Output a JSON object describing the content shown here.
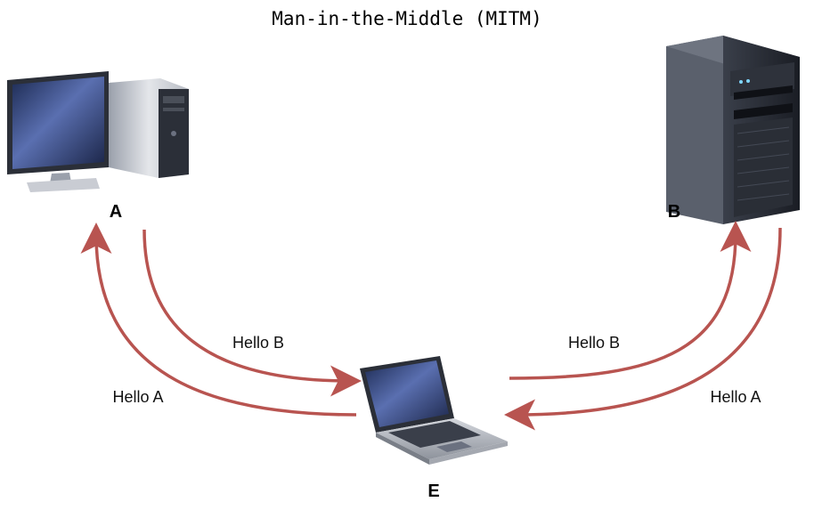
{
  "diagram": {
    "title": "Man-in-the-Middle (MITM)",
    "nodes": {
      "a": {
        "label": "A",
        "icon": "desktop-computer-icon"
      },
      "b": {
        "label": "B",
        "icon": "server-tower-icon"
      },
      "e": {
        "label": "E",
        "icon": "laptop-icon"
      }
    },
    "messages": {
      "a_to_e": "Hello B",
      "e_to_a": "Hello A",
      "e_to_b": "Hello B",
      "b_to_e": "Hello A"
    },
    "colors": {
      "arrow": "#b85450",
      "screen": "#3b4f8c",
      "case_dark": "#2b2f38",
      "case_light": "#c9ccd3"
    }
  }
}
